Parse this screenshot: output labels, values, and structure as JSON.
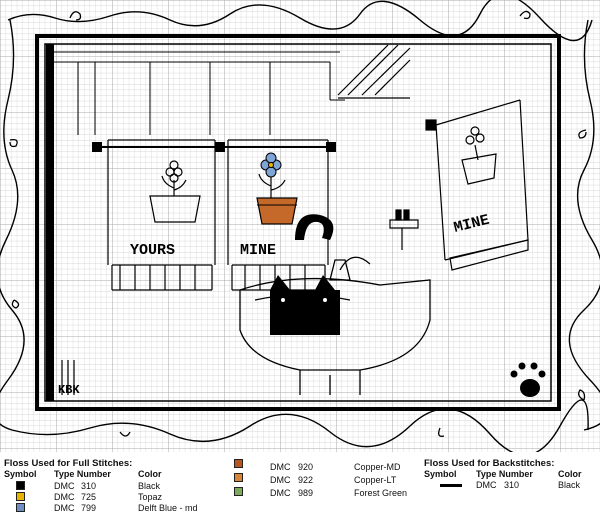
{
  "artwork": {
    "yours_text": "YOURS",
    "mine_text_1": "MINE",
    "mine_text_2": "MINE",
    "signature": "KBK"
  },
  "legend_full": {
    "title": "Floss Used for Full Stitches:",
    "col_symbol": "Symbol",
    "col_type": "Type Number",
    "col_color": "Color",
    "rows": [
      {
        "brand": "DMC",
        "number": "310",
        "color": "Black",
        "swatch": "#000000"
      },
      {
        "brand": "DMC",
        "number": "725",
        "color": "Topaz",
        "swatch": "#e8b400"
      },
      {
        "brand": "DMC",
        "number": "799",
        "color": "Delft Blue - md",
        "swatch": "#6f8fc4"
      }
    ]
  },
  "legend_full_2": {
    "rows": [
      {
        "brand": "DMC",
        "number": "920",
        "color": "Copper-MD",
        "swatch": "#b5571f"
      },
      {
        "brand": "DMC",
        "number": "922",
        "color": "Copper-LT",
        "swatch": "#d9843b"
      },
      {
        "brand": "DMC",
        "number": "989",
        "color": "Forest Green",
        "swatch": "#7dab5c"
      }
    ]
  },
  "legend_back": {
    "title": "Floss Used for Backstitches:",
    "col_symbol": "Symbol",
    "col_type": "Type Number",
    "col_color": "Color",
    "rows": [
      {
        "brand": "DMC",
        "number": "310",
        "color": "Black"
      }
    ]
  }
}
